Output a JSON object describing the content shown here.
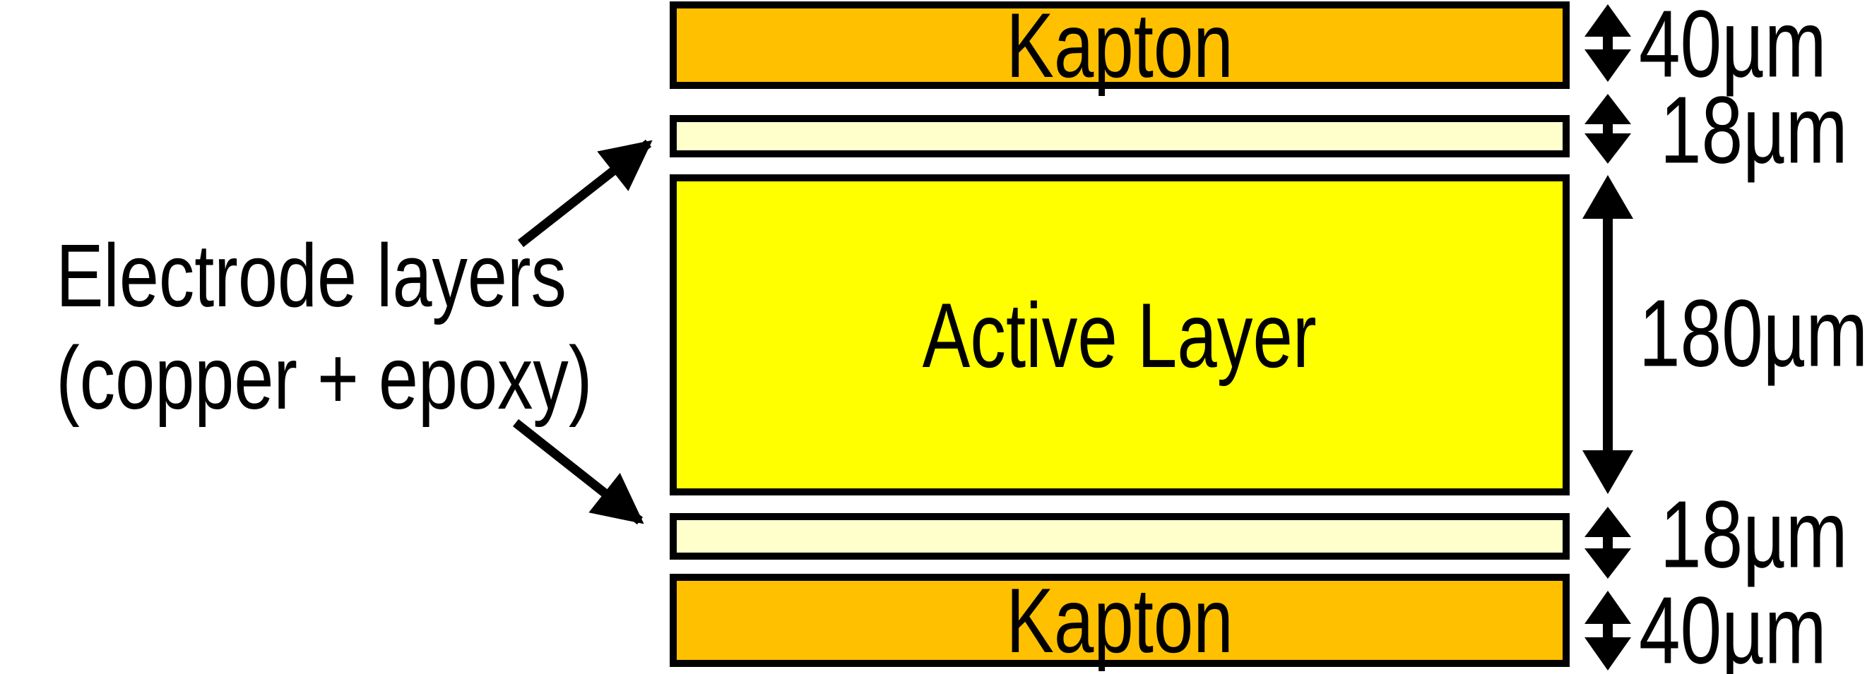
{
  "diagram": {
    "annotation": {
      "line1": "Electrode layers",
      "line2": "(copper + epoxy)"
    },
    "layers": [
      {
        "name": "kapton-top",
        "label": "Kapton",
        "thickness": "40µm",
        "color": "#FFC000"
      },
      {
        "name": "electrode-top",
        "label": "",
        "thickness": "18µm",
        "color": "#FFFFCC"
      },
      {
        "name": "active-layer",
        "label": "Active Layer",
        "thickness": "180µm",
        "color": "#FFFF00"
      },
      {
        "name": "electrode-bottom",
        "label": "",
        "thickness": "18µm",
        "color": "#FFFFCC"
      },
      {
        "name": "kapton-bottom",
        "label": "Kapton",
        "thickness": "40µm",
        "color": "#FFC000"
      }
    ],
    "colors": {
      "outline": "#000000",
      "background": "#FFFFFF"
    }
  }
}
